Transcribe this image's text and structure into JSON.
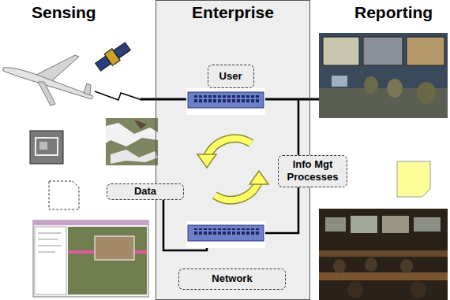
{
  "diagram": {
    "nodes": [
      {
        "text": [
          "Enterprise"
        ]
      },
      {
        "text": [
          "User"
        ],
        "in": 0
      },
      {
        "text": [
          "Data"
        ]
      },
      {
        "text": [
          "Network"
        ],
        "in": 0
      },
      {
        "text": [
          "Info Mgt Processes"
        ]
      }
    ],
    "labels": [
      "Sensing",
      "Reporting"
    ]
  }
}
